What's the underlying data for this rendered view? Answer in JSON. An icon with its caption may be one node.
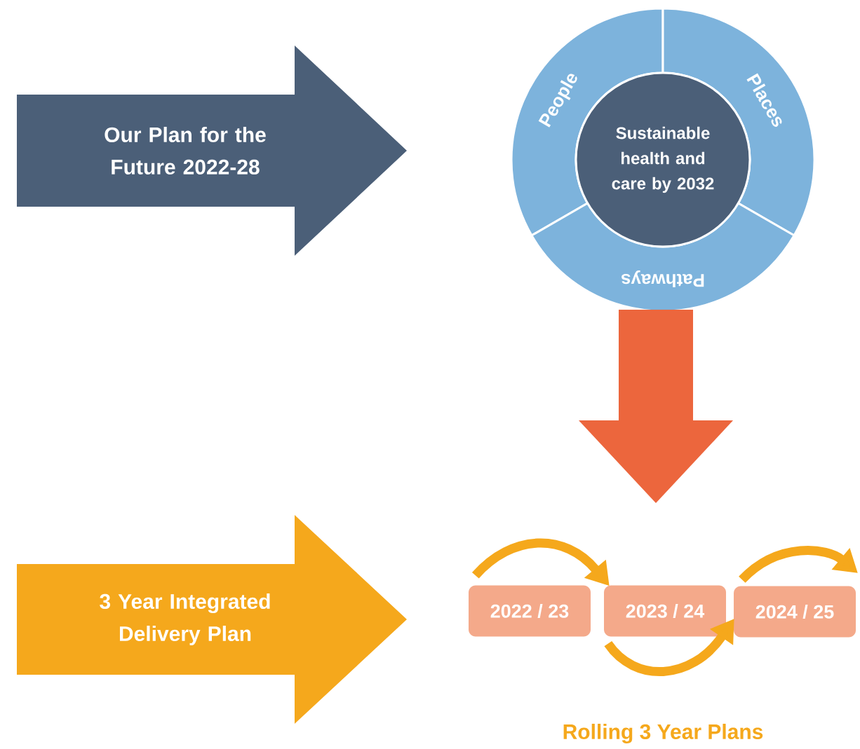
{
  "diagram": {
    "nodes": [
      {
        "text": [
          "Our Plan for the Future 2022-28"
        ]
      },
      {
        "text": [
          "People"
        ]
      },
      {
        "text": [
          "Places"
        ]
      },
      {
        "text": [
          "Pathways"
        ]
      },
      {
        "text": [
          "Sustainable health and care by 2032"
        ]
      },
      {
        "text": [
          "3 Year Integrated Delivery Plan"
        ]
      },
      {
        "text": [
          "2022 / 23"
        ]
      },
      {
        "text": [
          "2023 / 24"
        ]
      },
      {
        "text": [
          "2024 / 25"
        ]
      }
    ],
    "edges": [
      {
        "from": 3,
        "to": null,
        "arrow": "to",
        "style": "thick",
        "color": "#ec663d"
      },
      {
        "from": 6,
        "to": 7,
        "arrow": "to",
        "color": "#f5a81c"
      },
      {
        "from": 7,
        "to": 8,
        "arrow": "to",
        "color": "#f5a81c"
      },
      {
        "from": 8,
        "to": null,
        "arrow": "to",
        "color": "#f5a81c"
      }
    ],
    "labels": [
      "Rolling 3 Year Plans"
    ]
  }
}
